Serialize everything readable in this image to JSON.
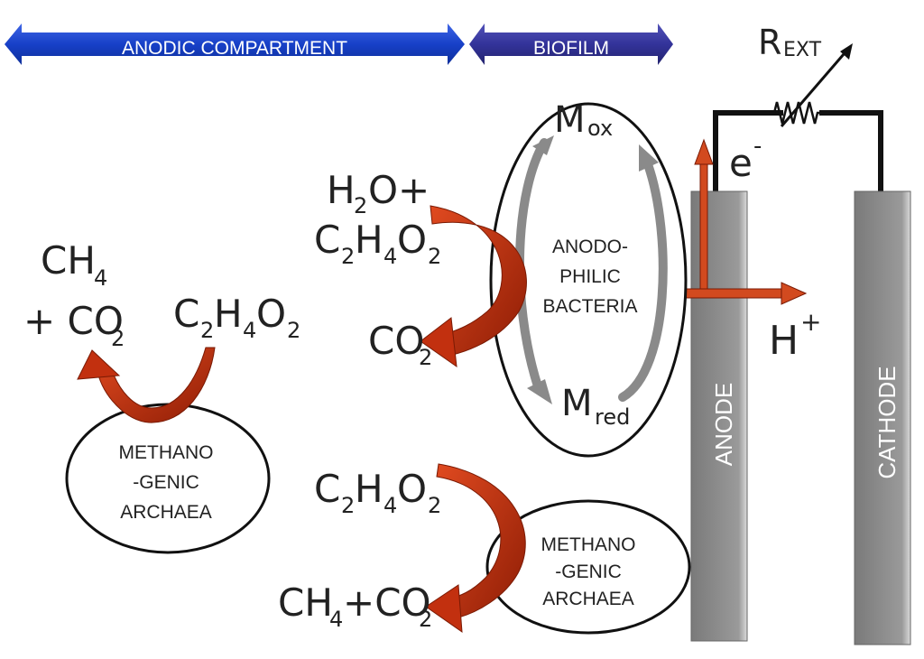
{
  "banners": {
    "anodic_compartment": "ANODIC COMPARTMENT",
    "biofilm": "BIOFILM"
  },
  "colors": {
    "banner_blue": "#1740c8",
    "banner_indigo": "#33339a",
    "arrow_red": "#c2300f",
    "arrow_gray": "#8a8a8a",
    "electrode_gray": "#8c8c8c"
  },
  "resistor": {
    "label": "R",
    "sub": "EXT"
  },
  "electron": {
    "label": "e",
    "sup": "-"
  },
  "proton": {
    "label": "H",
    "sup": "+"
  },
  "electrodes": {
    "anode": "ANODE",
    "cathode": "CATHODE"
  },
  "mediators": {
    "ox": {
      "main": "M",
      "sub": "ox"
    },
    "red": {
      "main": "M",
      "sub": "red"
    }
  },
  "organisms": {
    "anodophilic": [
      "ANODO-",
      "PHILIC",
      "BACTERIA"
    ],
    "methanogenic_left": [
      "METHANO",
      "-GENIC",
      "ARCHAEA"
    ],
    "methanogenic_right": [
      "METHANO",
      "-GENIC",
      "ARCHAEA"
    ]
  },
  "chemicals": {
    "left_ch4": {
      "main": "CH",
      "sub": "4"
    },
    "left_co2": {
      "prefix": "+ CO",
      "sub": "2"
    },
    "left_acetate": [
      "C",
      "2",
      "H",
      "4",
      "O",
      "2"
    ],
    "h2o_plus": {
      "main": "H",
      "sub": "2",
      "rest": "O+"
    },
    "mid_acetate": [
      "C",
      "2",
      "H",
      "4",
      "O",
      "2"
    ],
    "mid_co2": {
      "main": "CO",
      "sub": "2"
    },
    "bottom_acetate": [
      "C",
      "2",
      "H",
      "4",
      "O",
      "2"
    ],
    "bottom_products": {
      "a": "CH",
      "a_sub": "4",
      "b": "+CO",
      "b_sub": "2"
    }
  }
}
